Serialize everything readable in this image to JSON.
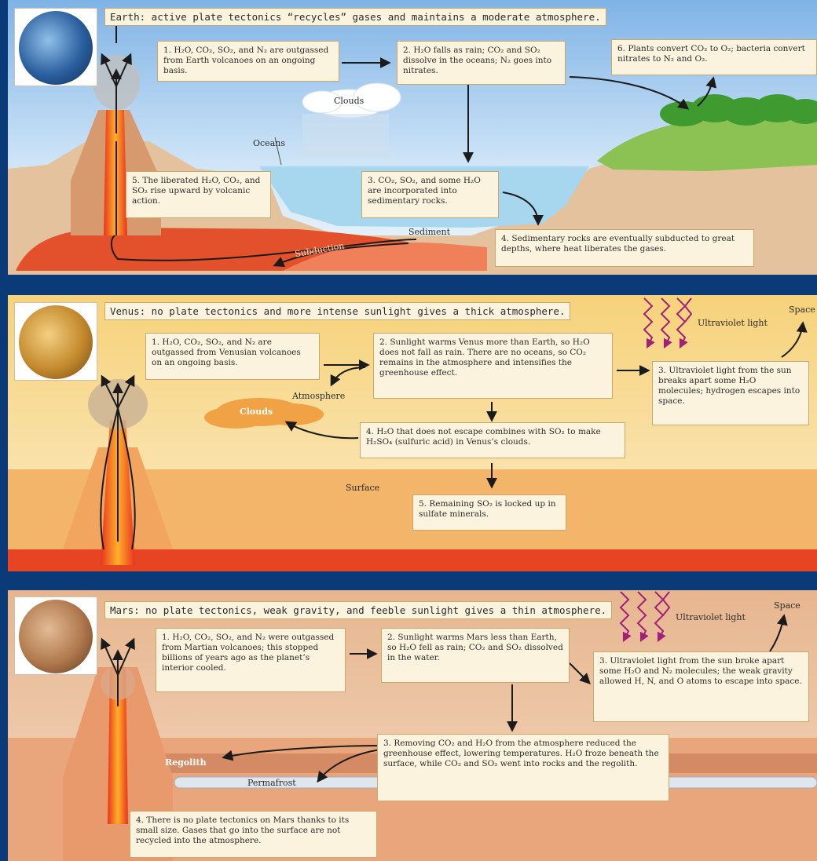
{
  "earth": {
    "title": "Earth: active plate tectonics “recycles” gases and maintains a moderate atmosphere.",
    "steps": [
      "1. H₂O, CO₂, SO₂, and N₂ are outgassed from Earth volcanoes on an ongoing basis.",
      "2. H₂O falls as rain; CO₂ and SO₂ dissolve in the oceans; N₂ goes into nitrates.",
      "3. CO₂, SO₂, and some H₂O are incorporated into sedimentary rocks.",
      "4. Sedimentary rocks are eventually subducted to great depths, where heat liberates the gases.",
      "5. The liberated H₂O, CO₂, and SO₂ rise upward by volcanic action.",
      "6. Plants convert CO₂ to O₂; bacteria convert nitrates to N₂ and O₂."
    ],
    "labels": {
      "clouds": "Clouds",
      "oceans": "Oceans",
      "sediment": "Sediment",
      "subduction": "Subduction"
    }
  },
  "venus": {
    "title": "Venus: no plate tectonics and more intense sunlight gives a thick atmosphere.",
    "steps": [
      "1. H₂O, CO₂, SO₂, and N₂ are outgassed from Venusian volcanoes on an ongoing basis.",
      "2. Sunlight warms Venus more than Earth, so H₂O does not fall as rain.  There are no oceans, so CO₂ remains in the atmosphere and intensifies the greenhouse effect.",
      "3. Ultraviolet light from the sun breaks apart some H₂O molecules; hydrogen escapes into space.",
      "4. H₂O that does not escape combines with SO₂ to make H₂SO₄ (sulfuric acid) in Venus’s clouds.",
      "5. Remaining SO₂ is locked up in sulfate minerals."
    ],
    "labels": {
      "atmosphere": "Atmosphere",
      "clouds": "Clouds",
      "surface": "Surface",
      "uv": "Ultraviolet light",
      "space": "Space"
    }
  },
  "mars": {
    "title": "Mars: no plate tectonics, weak gravity, and feeble sunlight gives a thin atmosphere.",
    "steps": [
      "1. H₂O, CO₂, SO₂, and N₂ were outgassed from Martian volcanoes; this stopped billions of years ago as the planet’s interior cooled.",
      "2. Sunlight warms Mars less than Earth, so H₂O fell as rain; CO₂ and SO₂ dissolved in the water.",
      "3. Removing CO₂ and H₂O from the atmosphere reduced the greenhouse effect, lowering temperatures. H₂O froze beneath the surface, while CO₂ and SO₂ went into rocks and the regolith.",
      "3. Ultraviolet light from the sun broke apart some H₂O and N₂ molecules; the weak gravity allowed H, N, and O atoms to escape into space.",
      "4. There is no plate tectonics on Mars thanks to its small size. Gases that go into the surface are not recycled into the atmosphere."
    ],
    "labels": {
      "regolith": "Regolith",
      "permafrost": "Permafrost",
      "uv": "Ultraviolet light",
      "space": "Space"
    }
  }
}
